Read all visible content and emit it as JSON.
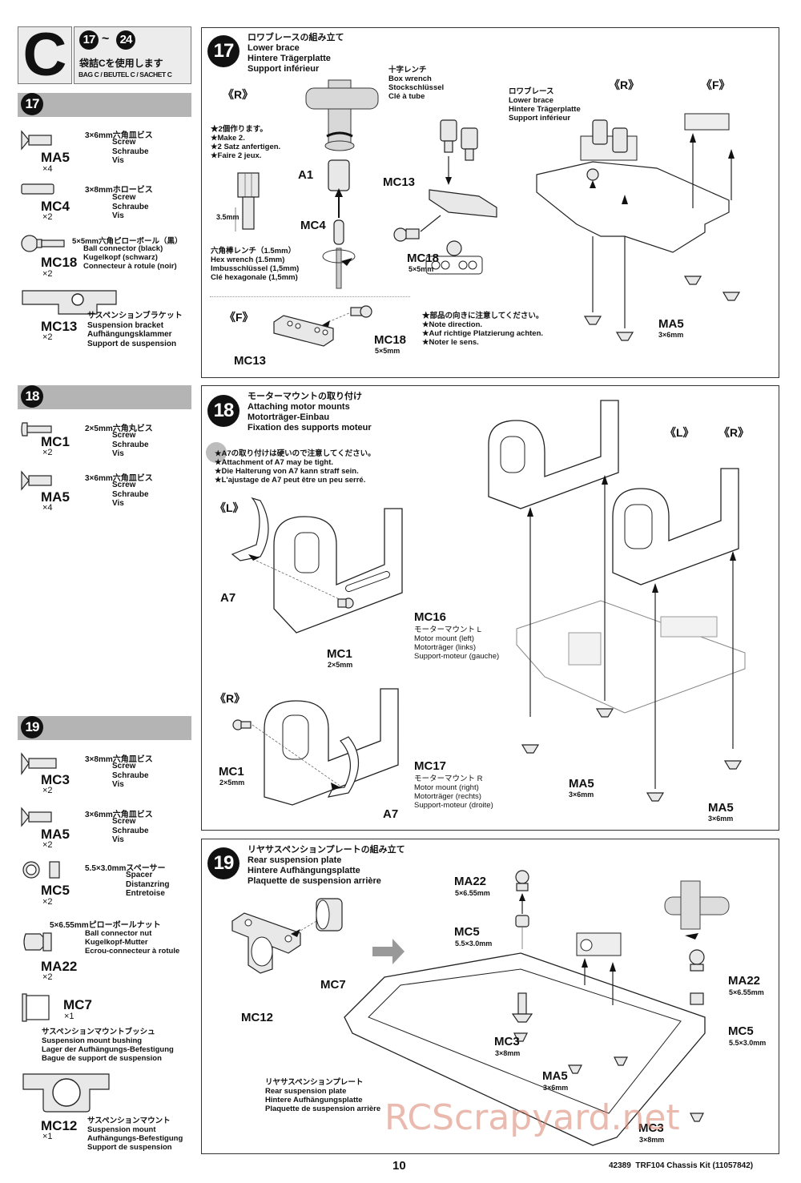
{
  "header": {
    "bag_letter": "C",
    "step_range_start": "17",
    "step_range_sep": "~",
    "step_range_end": "24",
    "bag_jp": "袋詰Cを使用します",
    "bag_label": "BAG C / BEUTEL C / SACHET C"
  },
  "sidebar": {
    "steps": [
      {
        "number": "17",
        "parts": [
          {
            "code": "MA5",
            "qty": "×4",
            "jp": "3×6mm六角皿ビス",
            "lines": [
              "Screw",
              "Schraube",
              "Vis"
            ],
            "icon": "countersunk-screw-icon"
          },
          {
            "code": "MC4",
            "qty": "×2",
            "jp": "3×8mmホロービス",
            "lines": [
              "Screw",
              "Schraube",
              "Vis"
            ],
            "icon": "set-screw-icon"
          },
          {
            "code": "MC18",
            "qty": "×2",
            "jp": "5×5mm六角ピローボール（黒）",
            "lines": [
              "Ball connector (black)",
              "Kugelkopf (schwarz)",
              "Connecteur à rotule (noir)"
            ],
            "icon": "ball-connector-icon"
          },
          {
            "code": "MC13",
            "qty": "×2",
            "jp": "サスペンションブラケット",
            "lines": [
              "Suspension bracket",
              "Aufhängungsklammer",
              "Support de suspension"
            ],
            "icon": "suspension-bracket-icon"
          }
        ]
      },
      {
        "number": "18",
        "parts": [
          {
            "code": "MC1",
            "qty": "×2",
            "jp": "2×5mm六角丸ビス",
            "lines": [
              "Screw",
              "Schraube",
              "Vis"
            ],
            "icon": "round-screw-icon"
          },
          {
            "code": "MA5",
            "qty": "×4",
            "jp": "3×6mm六角皿ビス",
            "lines": [
              "Screw",
              "Schraube",
              "Vis"
            ],
            "icon": "countersunk-screw-icon"
          }
        ]
      },
      {
        "number": "19",
        "parts": [
          {
            "code": "MC3",
            "qty": "×2",
            "jp": "3×8mm六角皿ビス",
            "lines": [
              "Screw",
              "Schraube",
              "Vis"
            ],
            "icon": "countersunk-screw-icon"
          },
          {
            "code": "MA5",
            "qty": "×2",
            "jp": "3×6mm六角皿ビス",
            "lines": [
              "Screw",
              "Schraube",
              "Vis"
            ],
            "icon": "countersunk-screw-icon"
          },
          {
            "code": "MC5",
            "qty": "×2",
            "jp": "5.5×3.0mmスペーサー",
            "lines": [
              "Spacer",
              "Distanzring",
              "Entretoise"
            ],
            "icon": "spacer-icon"
          },
          {
            "code": "MA22",
            "qty": "×2",
            "jp": "5×6.55mmピローボールナット",
            "lines": [
              "Ball connector nut",
              "Kugelkopf-Mutter",
              "Ecrou-connecteur à rotule"
            ],
            "icon": "ball-nut-icon"
          },
          {
            "code": "MC7",
            "qty": "×1",
            "jp": "サスペンションマウントブッシュ",
            "lines": [
              "Suspension mount bushing",
              "Lager der Aufhängungs-Befestigung",
              "Bague de support de suspension"
            ],
            "icon": "bushing-icon"
          },
          {
            "code": "MC12",
            "qty": "×1",
            "jp": "サスペンションマウント",
            "lines": [
              "Suspension mount",
              "Aufhängungs-Befestigung",
              "Support de suspension"
            ],
            "icon": "suspension-mount-icon"
          }
        ]
      }
    ]
  },
  "step17": {
    "number": "17",
    "title_jp": "ロワブレースの組み立て",
    "title_en": "Lower brace",
    "title_de": "Hintere Trägerplatte",
    "title_fr": "Support inférieur",
    "tag_r": "《R》",
    "tag_f": "《F》",
    "make_notes": [
      "★2個作ります。",
      "★Make 2.",
      "★2 Satz anfertigen.",
      "★Faire 2 jeux."
    ],
    "dim_label": "3.5mm",
    "box_wrench": [
      "十字レンチ",
      "Box wrench",
      "Stockschlüssel",
      "Clé à tube"
    ],
    "hex_wrench": [
      "六角棒レンチ（1.5mm）",
      "Hex wrench (1.5mm)",
      "Imbusschlüssel (1,5mm)",
      "Clé hexagonale (1,5mm)"
    ],
    "labels": {
      "a1": "A1",
      "mc4": "MC4",
      "mc13": "MC13",
      "mc18": "MC18",
      "mc18_size": "5×5mm",
      "mc13_f": "MC13",
      "mc18_f": "MC18",
      "mc18_f_size": "5×5mm",
      "ma5": "MA5",
      "ma5_size": "3×6mm"
    },
    "direction_notes": [
      "★部品の向きに注意してください。",
      "★Note direction.",
      "★Auf richtige Platzierung achten.",
      "★Noter le sens."
    ],
    "lower_brace": [
      "ロワブレース",
      "Lower brace",
      "Hintere Trägerplatte",
      "Support inférieur"
    ],
    "tag_r2": "《R》",
    "tag_f2": "《F》"
  },
  "step18": {
    "number": "18",
    "title_jp": "モーターマウントの取り付け",
    "title_en": "Attaching motor mounts",
    "title_de": "Motorträger-Einbau",
    "title_fr": "Fixation des supports moteur",
    "notes": [
      "★A7の取り付けは硬いので注意してください。",
      "★Attachment of A7 may be tight.",
      "★Die Halterung von A7 kann straff sein.",
      "★L'ajustage de A7 peut être un peu serré."
    ],
    "tag_l": "《L》",
    "tag_r": "《R》",
    "tag_l2": "《L》",
    "tag_r2": "《R》",
    "mc16": {
      "code": "MC16",
      "lines": [
        "モーターマウント L",
        "Motor mount (left)",
        "Motorträger (links)",
        "Support-moteur (gauche)"
      ]
    },
    "mc17": {
      "code": "MC17",
      "lines": [
        "モーターマウント R",
        "Motor mount (right)",
        "Motorträger (rechts)",
        "Support-moteur (droite)"
      ]
    },
    "labels": {
      "a7_l": "A7",
      "mc1_l": "MC1",
      "mc1_l_size": "2×5mm",
      "a7_r": "A7",
      "mc1_r": "MC1",
      "mc1_r_size": "2×5mm",
      "ma5_a": "MA5",
      "ma5_a_size": "3×6mm",
      "ma5_b": "MA5",
      "ma5_b_size": "3×6mm"
    }
  },
  "step19": {
    "number": "19",
    "title_jp": "リヤサスペンションプレートの組み立て",
    "title_en": "Rear suspension plate",
    "title_de": "Hintere Aufhängungsplatte",
    "title_fr": "Plaquette de suspension arrière",
    "plate": [
      "リヤサスペンションプレート",
      "Rear suspension plate",
      "Hintere Aufhängungsplatte",
      "Plaquette de suspension arrière"
    ],
    "labels": {
      "mc12": "MC12",
      "mc7": "MC7",
      "ma22_a": "MA22",
      "ma22_a_size": "5×6.55mm",
      "mc5_a": "MC5",
      "mc5_a_size": "5.5×3.0mm",
      "mc3_a": "MC3",
      "mc3_a_size": "3×8mm",
      "ma5": "MA5",
      "ma5_size": "3×6mm",
      "ma22_b": "MA22",
      "ma22_b_size": "5×6.55mm",
      "mc5_b": "MC5",
      "mc5_b_size": "5.5×3.0mm",
      "mc3_b": "MC3",
      "mc3_b_size": "3×8mm"
    }
  },
  "footer": {
    "page_number": "10",
    "kit_info": "42389  TRF104 Chassis Kit (11057842)"
  },
  "watermark": "RCScrapyard.net"
}
